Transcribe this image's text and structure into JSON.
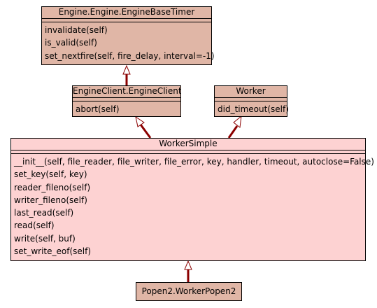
{
  "classes": {
    "timer": {
      "name": "Engine.Engine.EngineBaseTimer",
      "methods": [
        "invalidate(self)",
        "is_valid(self)",
        "set_nextfire(self, fire_delay, interval=-1)"
      ]
    },
    "client": {
      "name": "EngineClient.EngineClient",
      "methods": [
        "abort(self)"
      ]
    },
    "worker": {
      "name": "Worker",
      "methods": [
        "did_timeout(self)"
      ]
    },
    "simple": {
      "name": "WorkerSimple",
      "methods": [
        "__init__(self, file_reader, file_writer, file_error, key, handler, timeout, autoclose=False)",
        "set_key(self, key)",
        "reader_fileno(self)",
        "writer_fileno(self)",
        "last_read(self)",
        "read(self)",
        "write(self, buf)",
        "set_write_eof(self)"
      ]
    },
    "popen": {
      "name": "Popen2.WorkerPopen2"
    }
  },
  "colors": {
    "base_fill": "#e0b6a6",
    "main_fill": "#fdd2d2",
    "edge": "#8b0000"
  }
}
